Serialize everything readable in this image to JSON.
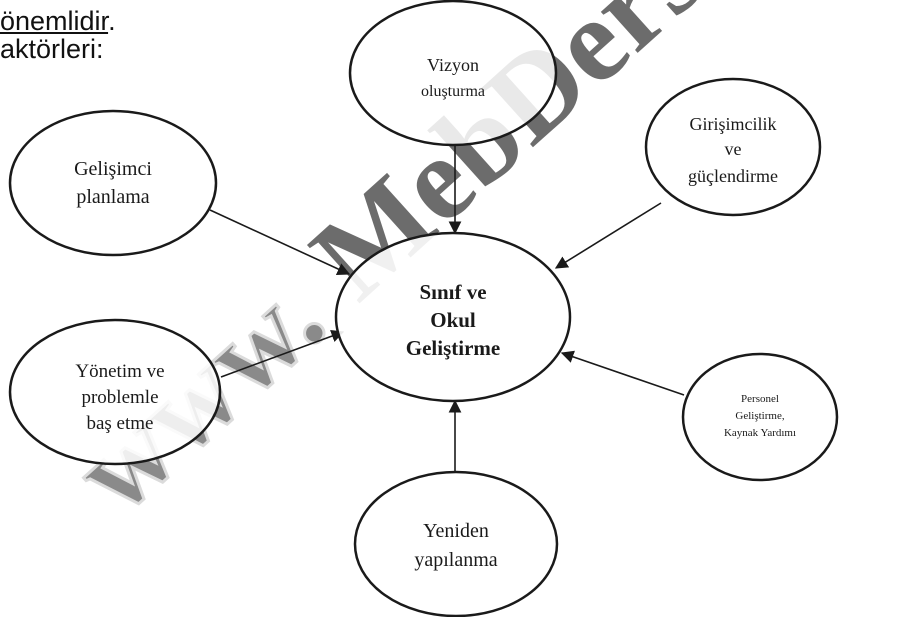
{
  "heading": {
    "line1_underlined": "önemlidir",
    "line1_rest": ".",
    "line2": "aktörleri:"
  },
  "watermark": {
    "text": "www.MebDers.com",
    "color": "#9fd32a"
  },
  "diagram": {
    "center": {
      "lines": [
        "Sınıf ve",
        "Okul",
        "Geliştirme"
      ]
    },
    "nodes": [
      {
        "id": "vizyon",
        "lines": [
          "Vizyon",
          "oluşturma"
        ]
      },
      {
        "id": "girisimcilik",
        "lines": [
          "Girişimcilik",
          "ve",
          "güçlendirme"
        ]
      },
      {
        "id": "gelisimci",
        "lines": [
          "Gelişimci",
          "planlama"
        ]
      },
      {
        "id": "yonetim",
        "lines": [
          "Yönetim ve",
          "problemle",
          "baş etme"
        ]
      },
      {
        "id": "personel",
        "lines": [
          "Personel",
          "Geliştirme,",
          "Kaynak Yardımı"
        ]
      },
      {
        "id": "yeniden",
        "lines": [
          "Yeniden",
          "yapılanma"
        ]
      }
    ],
    "stroke_color": "#1a1a1a"
  }
}
